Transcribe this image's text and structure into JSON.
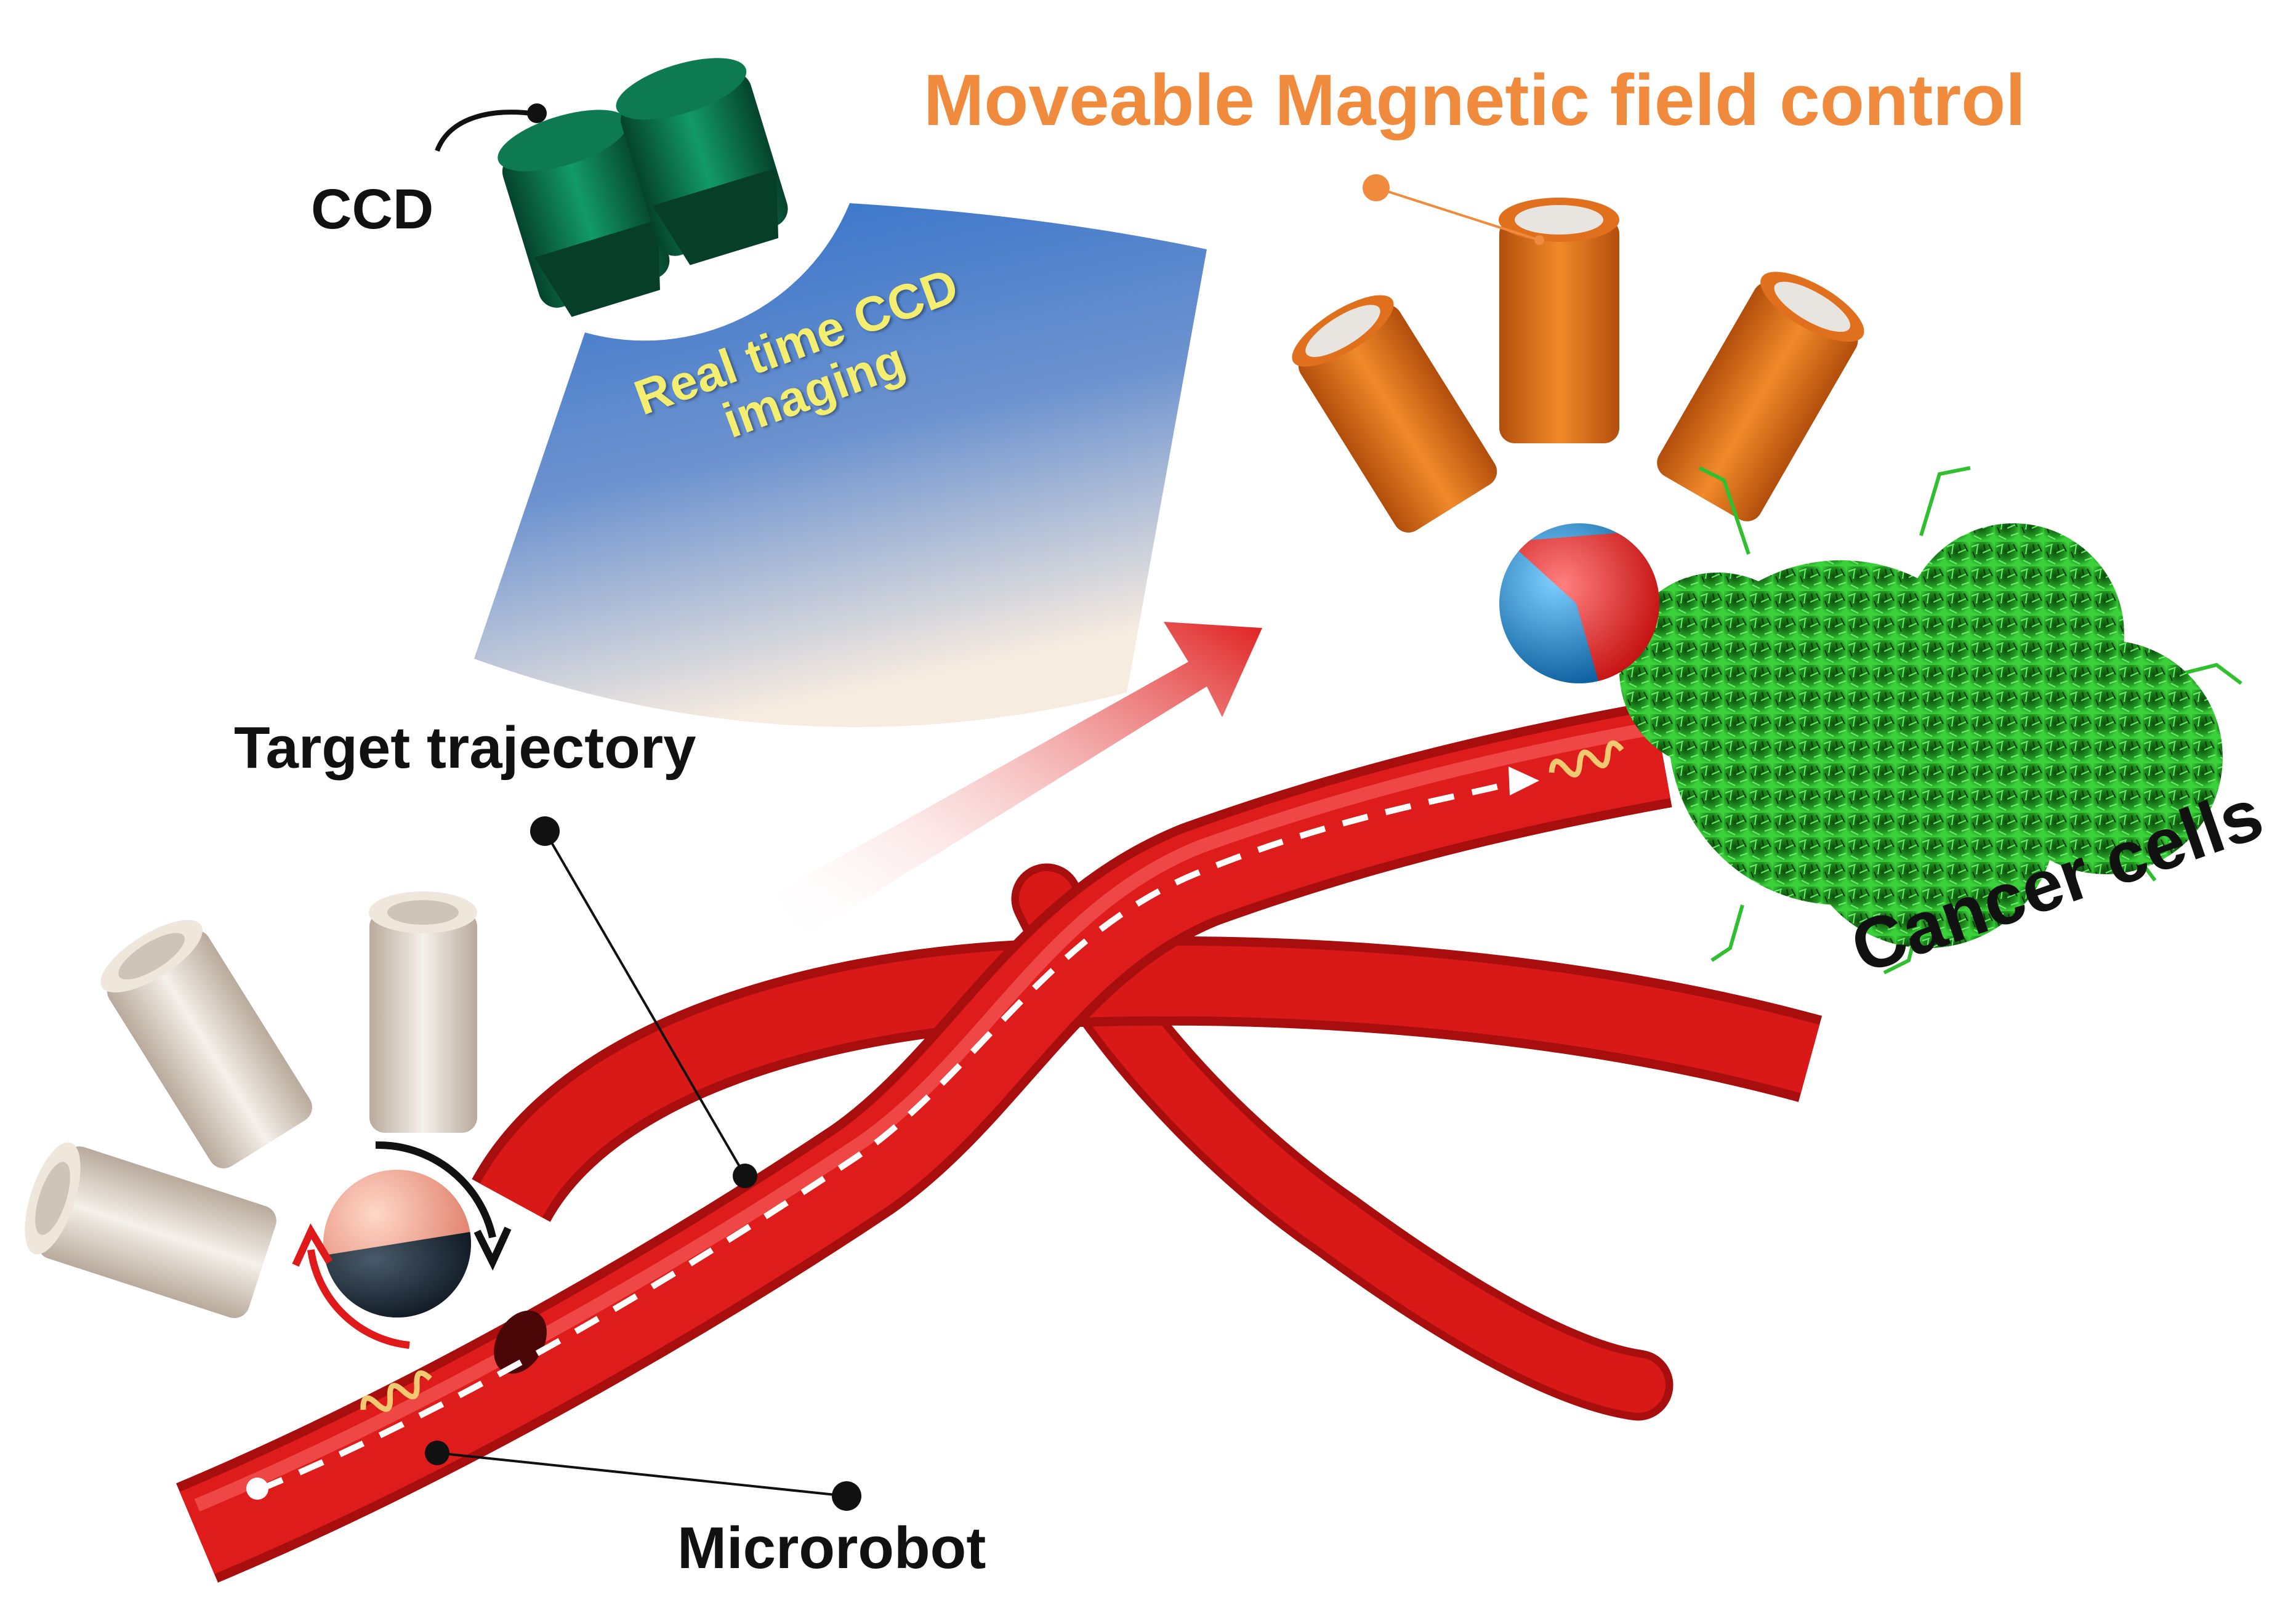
{
  "title": "Moveable Magnetic field control",
  "labels": {
    "ccd": "CCD",
    "imaging_line1": "Real time CCD",
    "imaging_line2": "imaging",
    "target_trajectory": "Target trajectory",
    "microrobot": "Microrobot",
    "cancer_cells": "Cancer cells"
  },
  "colors": {
    "title": "#f08a3c",
    "vessel": "#d91818",
    "ccd_camera": "#0e7a55",
    "magnet_active": "#e0701e",
    "magnet_inactive": "#e8e0d6",
    "imaging_text": "#f3ee70",
    "cancer_cells": "#1f9a1f"
  }
}
